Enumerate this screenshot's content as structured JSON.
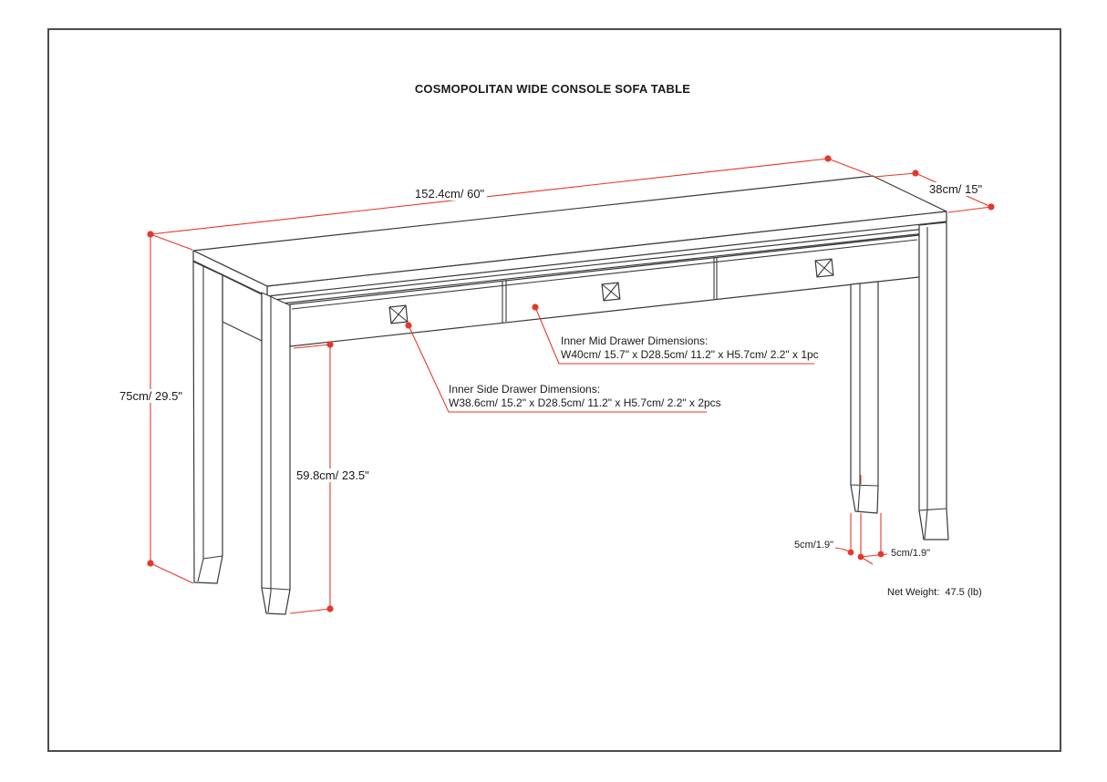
{
  "page": {
    "title": "COSMOPOLITAN WIDE CONSOLE SOFA TABLE",
    "net_weight": "Net Weight:  47.5 (lb)"
  },
  "dimensions": {
    "length": "152.4cm/ 60\"",
    "depth": "38cm/ 15\"",
    "height": "75cm/ 29.5\"",
    "inner_height": "59.8cm/ 23.5\"",
    "foot_left": "5cm/1.9\"",
    "foot_right": "5cm/1.9\""
  },
  "annotations": {
    "mid_drawer": {
      "line1": "Inner Mid Drawer Dimensions:",
      "line2": "W40cm/ 15.7\" x D28.5cm/ 11.2\" x H5.7cm/ 2.2\" x 1pc"
    },
    "side_drawer": {
      "line1": "Inner Side Drawer Dimensions:",
      "line2": "W38.6cm/ 15.2\" x D28.5cm/ 11.2\" x H5.7cm/ 2.2\" x 2pcs"
    }
  },
  "colors": {
    "dimension_red": "#e8362a",
    "line_ink": "#3a3a3a",
    "page_border": "#4d4d4d",
    "background": "#ffffff"
  }
}
